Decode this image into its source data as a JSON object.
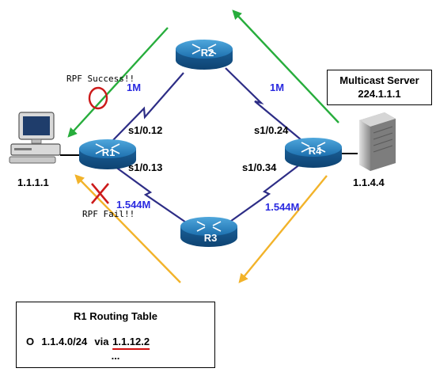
{
  "routers": {
    "r1": "R1",
    "r2": "R2",
    "r3": "R3",
    "r4": "R4"
  },
  "interfaces": {
    "r2_r1_bw": "1M",
    "r2_r4_bw": "1M",
    "r3_r1_bw": "1.544M",
    "r3_r4_bw": "1.544M",
    "r1_s1_012": "s1/0.12",
    "r1_s1_013": "s1/0.13",
    "r4_s1_024": "s1/0.24",
    "r4_s1_034": "s1/0.34"
  },
  "hosts": {
    "pc_ip": "1.1.1.1",
    "server_ip": "1.1.4.4"
  },
  "server_box": {
    "title": "Multicast Server",
    "group": "224.1.1.1"
  },
  "rpf": {
    "success": "RPF Success!!",
    "fail": "RPF Fail!!"
  },
  "routing_table": {
    "title": "R1 Routing Table",
    "code": "O",
    "prefix": "1.1.4.0/24",
    "via": "via",
    "next_hop": "1.1.12.2",
    "more": "..."
  },
  "colors": {
    "link": "#2d2d86",
    "router": "#1467a8",
    "green_arrow": "#27ad3c",
    "yellow_arrow": "#f2b32a",
    "success_mark": "#cc1a1a",
    "fail_mark": "#cc1a1a",
    "bandwidth_text": "#2a2ae0"
  }
}
